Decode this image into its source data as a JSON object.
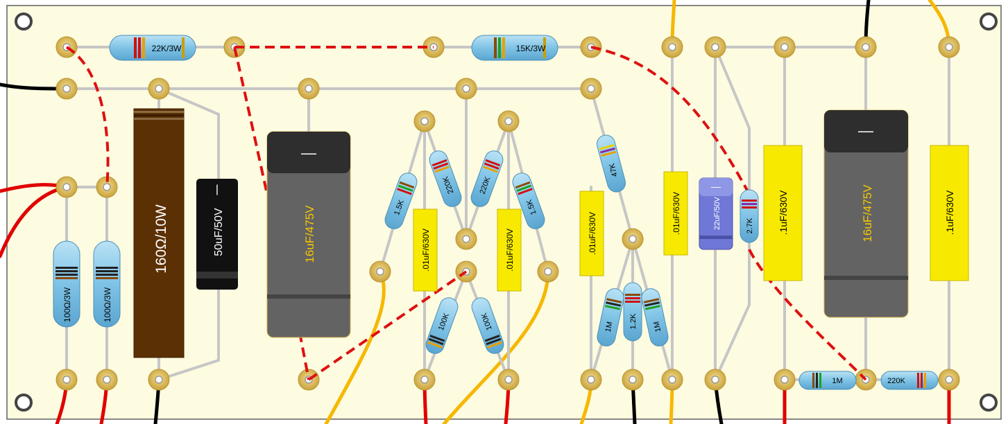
{
  "colors": {
    "board": "#fdfbe0",
    "board_border": "#606060",
    "pad": "#d4b24e",
    "wire_grey": "#c8c8c8",
    "wire_red": "#e00000",
    "wire_black": "#000000",
    "wire_yellow": "#f5b800",
    "dashed": "#dd1111",
    "resistor": "#8ccbea",
    "cap_film": "#f7ea00",
    "cap_film_text": "#000000",
    "cap_elec_body": "#636363",
    "cap_elec_top": "#2e2e2e",
    "cap_elec_text": "#f5c800",
    "cap_small_blue": "#6f78d6",
    "cap_black": "#111111",
    "power_resistor": "#5c3005"
  },
  "components": {
    "r_22k": "22K/3W",
    "r_15k": "15K/3W",
    "r_100_a": "100Ω/3W",
    "r_100_b": "100Ω/3W",
    "r_160": "160Ω/10W",
    "c_50uf": "50uF/50V",
    "c_16uf_a": "16uF/475V",
    "c_16uf_b": "16uF/475V",
    "r_1k5_a": "1.5K",
    "r_220k_a": "220K",
    "r_220k_b": "220K",
    "r_1k5_b": "1.5K",
    "c_01_a": ".01uF/630V",
    "c_01_b": ".01uF/630V",
    "c_01_c": ".01uF/630V",
    "c_01_d": ".01uF/630V",
    "c_1_a": ".1uF/630V",
    "c_1_b": ".1uF/630V",
    "r_100k_a": "100K",
    "r_100k_b": "100K",
    "r_47k": "47K",
    "r_1m_a": "1M",
    "r_1k2": "1.2K",
    "r_1m_b": "1M",
    "c_22uf": "22uF/50V",
    "r_2k7": "2.7K",
    "r_1m_c": "1M",
    "r_220k_c": "220K",
    "polarity_mark": "—",
    "polarity_mark_small": "|"
  }
}
